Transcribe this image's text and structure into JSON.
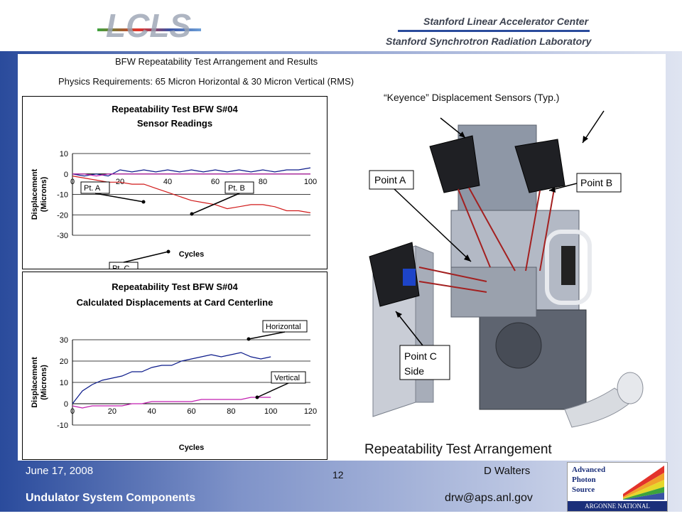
{
  "header": {
    "logo_text": "LCLS",
    "lab1": "Stanford Linear Accelerator Center",
    "lab2": "Stanford Synchrotron Radiation Laboratory"
  },
  "slide": {
    "title": "BFW Repeatability Test Arrangement and Results",
    "requirements": "Physics Requirements: 65 Micron Horizontal & 30 Micron Vertical (RMS)",
    "sensors_label": "“Keyence” Displacement Sensors (Typ.)",
    "point_a": "Point A",
    "point_b": "Point B",
    "point_c_line1": "Point C",
    "point_c_line2": "Side",
    "caption": "Repeatability Test Arrangement"
  },
  "footer": {
    "date": "June 17, 2008",
    "page": "12",
    "author": "D Walters",
    "system": "Undulator System Components",
    "email": "drw@aps.anl.gov",
    "aps_line1": "Advanced",
    "aps_line2": "Photon",
    "aps_line3": "Source",
    "aps_lab": "ARGONNE NATIONAL LABORATORY"
  },
  "colors": {
    "frame_blue": "#2a4b9c",
    "series_red": "#d11a1a",
    "series_navy": "#0b1a8a",
    "series_magenta": "#c21fb0"
  },
  "chart_data": [
    {
      "type": "line",
      "title": "Repeatability Test BFW S#04",
      "subtitle": "Sensor Readings",
      "xlabel": "Cycles",
      "ylabel": "Displacement (Microns)",
      "xlim": [
        0,
        100
      ],
      "ylim": [
        -30,
        10
      ],
      "xticks": [
        0,
        20,
        40,
        60,
        80,
        100
      ],
      "yticks": [
        10,
        0,
        -10,
        -20,
        -30
      ],
      "grid": true,
      "annotations": [
        "Pt. A",
        "Pt. B",
        "Pt. C"
      ],
      "series": [
        {
          "color": "#0b1a8a",
          "x": [
            0,
            5,
            10,
            15,
            20,
            25,
            30,
            35,
            40,
            45,
            50,
            55,
            60,
            65,
            70,
            75,
            80,
            85,
            90,
            95,
            100
          ],
          "y": [
            0,
            -1,
            0,
            -1,
            2,
            1,
            2,
            1,
            2,
            1,
            2,
            1,
            2,
            1,
            2,
            1,
            2,
            1,
            2,
            2,
            3
          ]
        },
        {
          "color": "#c21fb0",
          "x": [
            0,
            5,
            10,
            15,
            20,
            25,
            30,
            35,
            40,
            45,
            50,
            55,
            60,
            65,
            70,
            75,
            80,
            85,
            90,
            95,
            100
          ],
          "y": [
            0,
            0,
            -1,
            0,
            0,
            0,
            0,
            0,
            0,
            0,
            0,
            0,
            0,
            0,
            0,
            0,
            0,
            0,
            0,
            0,
            0
          ]
        },
        {
          "color": "#d11a1a",
          "x": [
            0,
            5,
            10,
            15,
            20,
            25,
            30,
            35,
            40,
            45,
            50,
            55,
            60,
            65,
            70,
            75,
            80,
            85,
            90,
            95,
            100
          ],
          "y": [
            -1,
            -2,
            -3,
            -4,
            -4,
            -5,
            -5,
            -7,
            -9,
            -11,
            -13,
            -14,
            -15,
            -17,
            -16,
            -15,
            -15,
            -16,
            -18,
            -18,
            -19
          ]
        }
      ]
    },
    {
      "type": "line",
      "title": "Repeatability Test BFW S#04",
      "subtitle": "Calculated Displacements at Card Centerline",
      "xlabel": "Cycles",
      "ylabel": "Displacement (Microns)",
      "xlim": [
        0,
        120
      ],
      "ylim": [
        -10,
        30
      ],
      "xticks": [
        0,
        20,
        40,
        60,
        80,
        100,
        120
      ],
      "yticks": [
        30,
        20,
        10,
        0,
        -10
      ],
      "grid": true,
      "annotations": [
        "Horizontal",
        "Vertical"
      ],
      "series": [
        {
          "name": "Horizontal",
          "color": "#0b1a8a",
          "x": [
            0,
            5,
            10,
            15,
            20,
            25,
            30,
            35,
            40,
            45,
            50,
            55,
            60,
            65,
            70,
            75,
            80,
            85,
            90,
            95,
            100
          ],
          "y": [
            0,
            6,
            9,
            11,
            12,
            13,
            15,
            15,
            17,
            18,
            18,
            20,
            21,
            22,
            23,
            22,
            23,
            24,
            22,
            21,
            22
          ]
        },
        {
          "name": "Vertical",
          "color": "#c21fb0",
          "x": [
            0,
            5,
            10,
            15,
            20,
            25,
            30,
            35,
            40,
            45,
            50,
            55,
            60,
            65,
            70,
            75,
            80,
            85,
            90,
            95,
            100
          ],
          "y": [
            -1,
            -2,
            -1,
            -1,
            -1,
            -1,
            0,
            0,
            1,
            1,
            1,
            1,
            1,
            2,
            2,
            2,
            2,
            2,
            3,
            3,
            3
          ]
        }
      ]
    }
  ]
}
